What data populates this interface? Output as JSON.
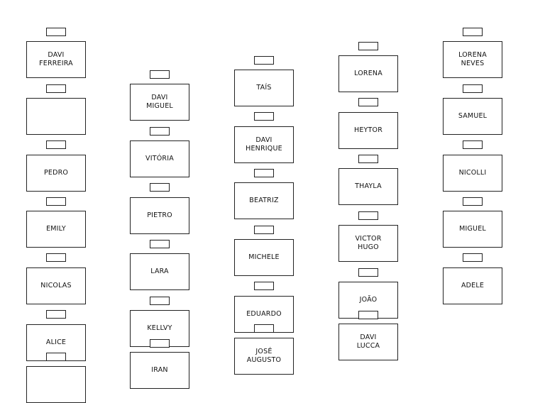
{
  "columns": [
    {
      "seats": [
        "DAVI\nFERREIRA",
        "",
        "PEDRO",
        "EMILY",
        "NICOLAS",
        "ALICE",
        ""
      ]
    },
    {
      "seats": [
        "DAVI\nMIGUEL",
        "VITÓRIA",
        "PIETRO",
        "LARA",
        "KELLVY",
        "IRAN"
      ]
    },
    {
      "seats": [
        "TAÍS",
        "DAVI\nHENRIQUE",
        "BEATRIZ",
        "MICHELE",
        "EDUARDO",
        "JOSÉ\nAUGUSTO"
      ]
    },
    {
      "seats": [
        "LORENA",
        "HEYTOR",
        "THAYLA",
        "VICTOR\nHUGO",
        "JOÃO",
        "DAVI\nLUCCA"
      ]
    },
    {
      "seats": [
        "LORENA\nNEVES",
        "SAMUEL",
        "NICOLLI",
        "MIGUEL",
        "ADELE"
      ]
    }
  ]
}
